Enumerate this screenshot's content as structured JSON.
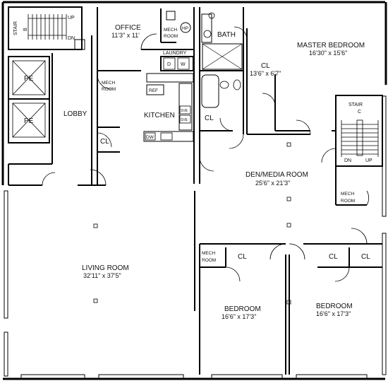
{
  "plan": {
    "stair_b": {
      "word": "STAIR",
      "letter": "B",
      "up": "UP",
      "dn": "DN"
    },
    "stair_c": {
      "word": "STAIR",
      "letter": "C",
      "up": "UP",
      "dn": "DN"
    },
    "pe": "PE",
    "lobby": "LOBBY",
    "cl": "CL",
    "office": {
      "name": "OFFICE",
      "dim": "11'3\" x 11'"
    },
    "mech_room": {
      "line1": "MECH",
      "line2": "ROOM"
    },
    "hp": "HP",
    "laundry": "LAUNDRY",
    "d": "D",
    "w": "W",
    "ref": "REF",
    "kitchen": "KITCHEN",
    "stove": "SVE",
    "dw": "DW",
    "bath": "BATH",
    "closet_cl": {
      "name": "CL",
      "dim": "13'6\" x 6'7\""
    },
    "master_bedroom": {
      "name": "MASTER BEDROOM",
      "dim": "16'30\" x 15'6\""
    },
    "den": {
      "name": "DEN/MEDIA ROOM",
      "dim": "25'6\" x 21'3\""
    },
    "living_room": {
      "name": "LIVING ROOM",
      "dim": "32'11\" x 37'5\""
    },
    "bedroom_1": {
      "name": "BEDROOM",
      "dim": "16'6\" x 17'3\""
    },
    "bedroom_2": {
      "name": "BEDROOM",
      "dim": "16'6\" x 17'3\""
    }
  }
}
